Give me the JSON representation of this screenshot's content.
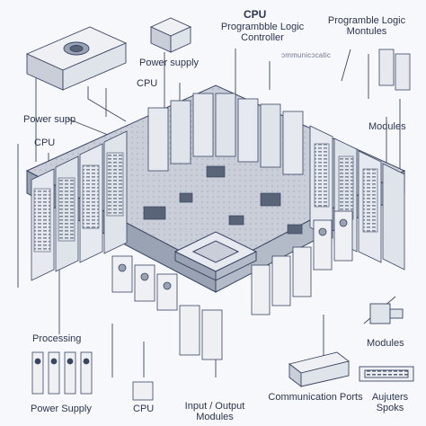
{
  "labels": {
    "cpu_top": "CPU",
    "plc_controller": "Programbble Logic Controller",
    "plc_modules": "Programble Logic Montules",
    "communication_small": "ɔmmunicɔcatic",
    "power_supply_top": "Power supply",
    "cpu_upper": "CPU",
    "modules_right": "Modules",
    "power_supply_left": "Power supp",
    "cpu_left": "CPU",
    "processing": "Processing",
    "power_supply_bottom": "Power Supply",
    "cpu_bottom": "CPU",
    "io_modules": "Input / Output Modules",
    "communication_ports": "Communication Ports",
    "modules_bottom_right": "Modules",
    "actuators": "Aujuters Spoks"
  },
  "colors": {
    "line": "#3a4562",
    "board": "#c9ced9",
    "board_dark": "#9aa3b4",
    "module": "#e6e9ef",
    "accent": "#4a6fb0"
  }
}
